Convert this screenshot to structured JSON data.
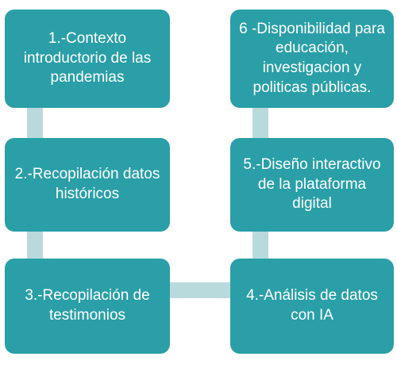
{
  "colors": {
    "box_fill": "#2a9fa7",
    "connector": "#b9dadc",
    "text": "#ffffff"
  },
  "steps": [
    {
      "label": "1.-Contexto introductorio de las pandemias"
    },
    {
      "label": "2.-Recopilación datos históricos"
    },
    {
      "label": "3.-Recopilación de testimonios"
    },
    {
      "label": "4.-Análisis de datos con IA"
    },
    {
      "label": "5.-Diseño interactivo de la plataforma digital"
    },
    {
      "label": "6 -Disponibilidad para educación, investigacion y politicas públicas."
    }
  ]
}
